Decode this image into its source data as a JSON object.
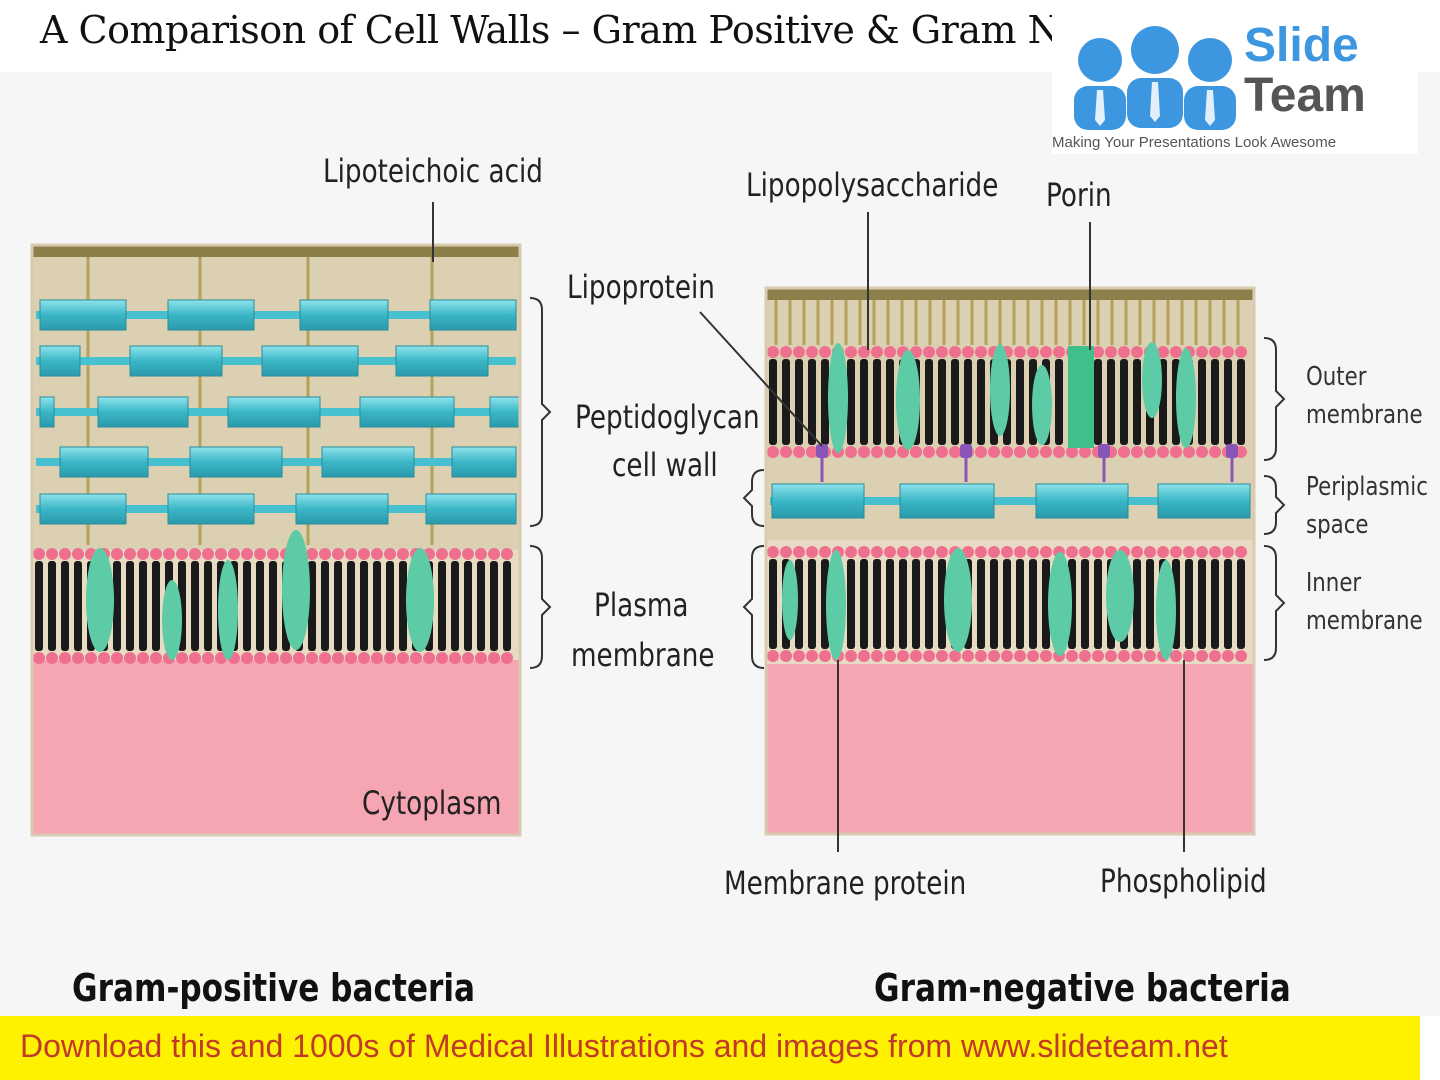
{
  "title": "A Comparison of Cell Walls – Gram Positive & Gram Negative",
  "logo": {
    "line1": "Slide",
    "line2": "Team",
    "tagline": "Making Your Presentations Look Awesome"
  },
  "labels": {
    "lipoteichoic_acid": "Lipoteichoic acid",
    "lipopolysaccharide": "Lipopolysaccharide",
    "porin": "Porin",
    "lipoprotein": "Lipoprotein",
    "peptidoglycan_line1": "Peptidoglycan",
    "peptidoglycan_line2": "cell wall",
    "plasma_line1": "Plasma",
    "plasma_line2": "membrane",
    "cytoplasm": "Cytoplasm",
    "outer_line1": "Outer",
    "outer_line2": "membrane",
    "periplasmic_line1": "Periplasmic",
    "periplasmic_line2": "space",
    "inner_line1": "Inner",
    "inner_line2": "membrane",
    "membrane_protein": "Membrane protein",
    "phospholipid": "Phospholipid"
  },
  "captions": {
    "gram_positive": "Gram-positive bacteria",
    "gram_negative": "Gram-negative bacteria"
  },
  "banner": "Download this and 1000s of Medical Illustrations and images from www.slideteam.net",
  "colors": {
    "cytoplasm": "#f6a5b2",
    "peptidoglycan": "#47c1cf",
    "protein": "#5dcba5",
    "wall_bg": "#dcd0b2",
    "lipid_head": "#ef6f8f",
    "lipoprotein": "#8a55b8",
    "banner_bg": "#fff200",
    "banner_text": "#c0392b",
    "logo_blue": "#3d97e0"
  }
}
